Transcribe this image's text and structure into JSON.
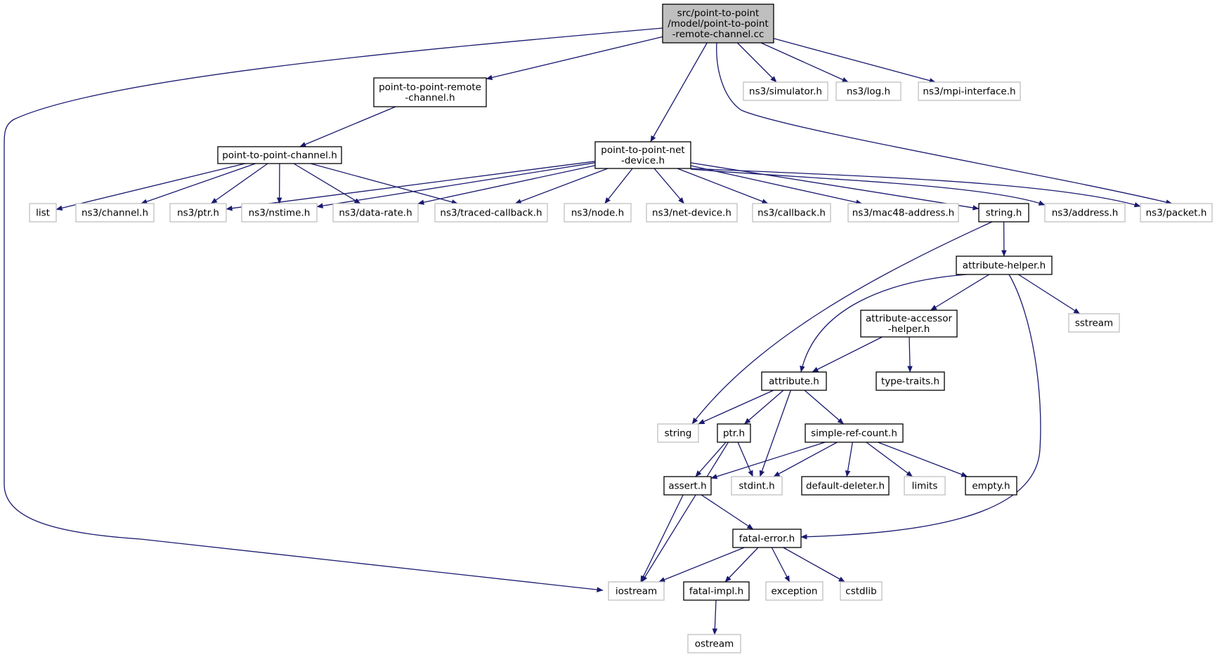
{
  "colors": {
    "edge": "#191970",
    "root_fill": "#bfbfbf",
    "documented_border": "#000000",
    "external_border": "#bfbfbf",
    "text": "#000000"
  },
  "nodes": [
    {
      "id": "root",
      "lines": [
        "src/point-to-point",
        "/model/point-to-point",
        "-remote-channel.cc"
      ],
      "kind": "root"
    },
    {
      "id": "p2p-remote-channel-h",
      "lines": [
        "point-to-point-remote",
        "-channel.h"
      ],
      "kind": "documented"
    },
    {
      "id": "ns3-simulator-h",
      "lines": [
        "ns3/simulator.h"
      ],
      "kind": "external"
    },
    {
      "id": "ns3-log-h",
      "lines": [
        "ns3/log.h"
      ],
      "kind": "external"
    },
    {
      "id": "ns3-mpi-interface-h",
      "lines": [
        "ns3/mpi-interface.h"
      ],
      "kind": "external"
    },
    {
      "id": "p2p-channel-h",
      "lines": [
        "point-to-point-channel.h"
      ],
      "kind": "documented"
    },
    {
      "id": "p2p-net-device-h",
      "lines": [
        "point-to-point-net",
        "-device.h"
      ],
      "kind": "documented"
    },
    {
      "id": "list",
      "lines": [
        "list"
      ],
      "kind": "external"
    },
    {
      "id": "ns3-channel-h",
      "lines": [
        "ns3/channel.h"
      ],
      "kind": "external"
    },
    {
      "id": "ns3-ptr-h",
      "lines": [
        "ns3/ptr.h"
      ],
      "kind": "external"
    },
    {
      "id": "ns3-nstime-h",
      "lines": [
        "ns3/nstime.h"
      ],
      "kind": "external"
    },
    {
      "id": "ns3-data-rate-h",
      "lines": [
        "ns3/data-rate.h"
      ],
      "kind": "external"
    },
    {
      "id": "ns3-traced-callback-h",
      "lines": [
        "ns3/traced-callback.h"
      ],
      "kind": "external"
    },
    {
      "id": "ns3-node-h",
      "lines": [
        "ns3/node.h"
      ],
      "kind": "external"
    },
    {
      "id": "ns3-net-device-h",
      "lines": [
        "ns3/net-device.h"
      ],
      "kind": "external"
    },
    {
      "id": "ns3-callback-h",
      "lines": [
        "ns3/callback.h"
      ],
      "kind": "external"
    },
    {
      "id": "ns3-mac48-address-h",
      "lines": [
        "ns3/mac48-address.h"
      ],
      "kind": "external"
    },
    {
      "id": "string-h",
      "lines": [
        "string.h"
      ],
      "kind": "documented"
    },
    {
      "id": "ns3-address-h",
      "lines": [
        "ns3/address.h"
      ],
      "kind": "external"
    },
    {
      "id": "ns3-packet-h",
      "lines": [
        "ns3/packet.h"
      ],
      "kind": "external"
    },
    {
      "id": "attribute-helper-h",
      "lines": [
        "attribute-helper.h"
      ],
      "kind": "documented"
    },
    {
      "id": "sstream",
      "lines": [
        "sstream"
      ],
      "kind": "external"
    },
    {
      "id": "attribute-accessor-helper-h",
      "lines": [
        "attribute-accessor",
        "-helper.h"
      ],
      "kind": "documented"
    },
    {
      "id": "attribute-h",
      "lines": [
        "attribute.h"
      ],
      "kind": "documented"
    },
    {
      "id": "type-traits-h",
      "lines": [
        "type-traits.h"
      ],
      "kind": "documented"
    },
    {
      "id": "string",
      "lines": [
        "string"
      ],
      "kind": "external"
    },
    {
      "id": "ptr-h",
      "lines": [
        "ptr.h"
      ],
      "kind": "documented"
    },
    {
      "id": "simple-ref-count-h",
      "lines": [
        "simple-ref-count.h"
      ],
      "kind": "documented"
    },
    {
      "id": "assert-h",
      "lines": [
        "assert.h"
      ],
      "kind": "documented"
    },
    {
      "id": "stdint-h",
      "lines": [
        "stdint.h"
      ],
      "kind": "external"
    },
    {
      "id": "default-deleter-h",
      "lines": [
        "default-deleter.h"
      ],
      "kind": "documented"
    },
    {
      "id": "limits",
      "lines": [
        "limits"
      ],
      "kind": "external"
    },
    {
      "id": "empty-h",
      "lines": [
        "empty.h"
      ],
      "kind": "documented"
    },
    {
      "id": "fatal-error-h",
      "lines": [
        "fatal-error.h"
      ],
      "kind": "documented"
    },
    {
      "id": "iostream",
      "lines": [
        "iostream"
      ],
      "kind": "external"
    },
    {
      "id": "fatal-impl-h",
      "lines": [
        "fatal-impl.h"
      ],
      "kind": "documented"
    },
    {
      "id": "exception",
      "lines": [
        "exception"
      ],
      "kind": "external"
    },
    {
      "id": "cstdlib",
      "lines": [
        "cstdlib"
      ],
      "kind": "external"
    },
    {
      "id": "ostream",
      "lines": [
        "ostream"
      ],
      "kind": "external"
    }
  ],
  "edges": [
    [
      "root",
      "p2p-remote-channel-h"
    ],
    [
      "root",
      "p2p-net-device-h"
    ],
    [
      "root",
      "ns3-simulator-h"
    ],
    [
      "root",
      "ns3-log-h"
    ],
    [
      "root",
      "ns3-mpi-interface-h"
    ],
    [
      "root",
      "ns3-packet-h"
    ],
    [
      "root",
      "iostream"
    ],
    [
      "p2p-remote-channel-h",
      "p2p-channel-h"
    ],
    [
      "p2p-channel-h",
      "list"
    ],
    [
      "p2p-channel-h",
      "ns3-channel-h"
    ],
    [
      "p2p-channel-h",
      "ns3-ptr-h"
    ],
    [
      "p2p-channel-h",
      "ns3-nstime-h"
    ],
    [
      "p2p-channel-h",
      "ns3-data-rate-h"
    ],
    [
      "p2p-channel-h",
      "ns3-traced-callback-h"
    ],
    [
      "p2p-net-device-h",
      "ns3-ptr-h"
    ],
    [
      "p2p-net-device-h",
      "ns3-nstime-h"
    ],
    [
      "p2p-net-device-h",
      "ns3-data-rate-h"
    ],
    [
      "p2p-net-device-h",
      "ns3-traced-callback-h"
    ],
    [
      "p2p-net-device-h",
      "ns3-node-h"
    ],
    [
      "p2p-net-device-h",
      "ns3-net-device-h"
    ],
    [
      "p2p-net-device-h",
      "ns3-callback-h"
    ],
    [
      "p2p-net-device-h",
      "ns3-mac48-address-h"
    ],
    [
      "p2p-net-device-h",
      "string-h"
    ],
    [
      "p2p-net-device-h",
      "ns3-address-h"
    ],
    [
      "p2p-net-device-h",
      "ns3-packet-h"
    ],
    [
      "string-h",
      "string"
    ],
    [
      "string-h",
      "attribute-helper-h"
    ],
    [
      "attribute-helper-h",
      "attribute-accessor-helper-h"
    ],
    [
      "attribute-helper-h",
      "attribute-h"
    ],
    [
      "attribute-helper-h",
      "sstream"
    ],
    [
      "attribute-helper-h",
      "fatal-error-h"
    ],
    [
      "attribute-accessor-helper-h",
      "attribute-h"
    ],
    [
      "attribute-accessor-helper-h",
      "type-traits-h"
    ],
    [
      "attribute-h",
      "string"
    ],
    [
      "attribute-h",
      "ptr-h"
    ],
    [
      "attribute-h",
      "stdint-h"
    ],
    [
      "attribute-h",
      "simple-ref-count-h"
    ],
    [
      "ptr-h",
      "iostream"
    ],
    [
      "ptr-h",
      "assert-h"
    ],
    [
      "ptr-h",
      "stdint-h"
    ],
    [
      "simple-ref-count-h",
      "assert-h"
    ],
    [
      "simple-ref-count-h",
      "stdint-h"
    ],
    [
      "simple-ref-count-h",
      "default-deleter-h"
    ],
    [
      "simple-ref-count-h",
      "limits"
    ],
    [
      "simple-ref-count-h",
      "empty-h"
    ],
    [
      "assert-h",
      "iostream"
    ],
    [
      "assert-h",
      "fatal-error-h"
    ],
    [
      "fatal-error-h",
      "iostream"
    ],
    [
      "fatal-error-h",
      "fatal-impl-h"
    ],
    [
      "fatal-error-h",
      "exception"
    ],
    [
      "fatal-error-h",
      "cstdlib"
    ],
    [
      "fatal-impl-h",
      "ostream"
    ]
  ]
}
